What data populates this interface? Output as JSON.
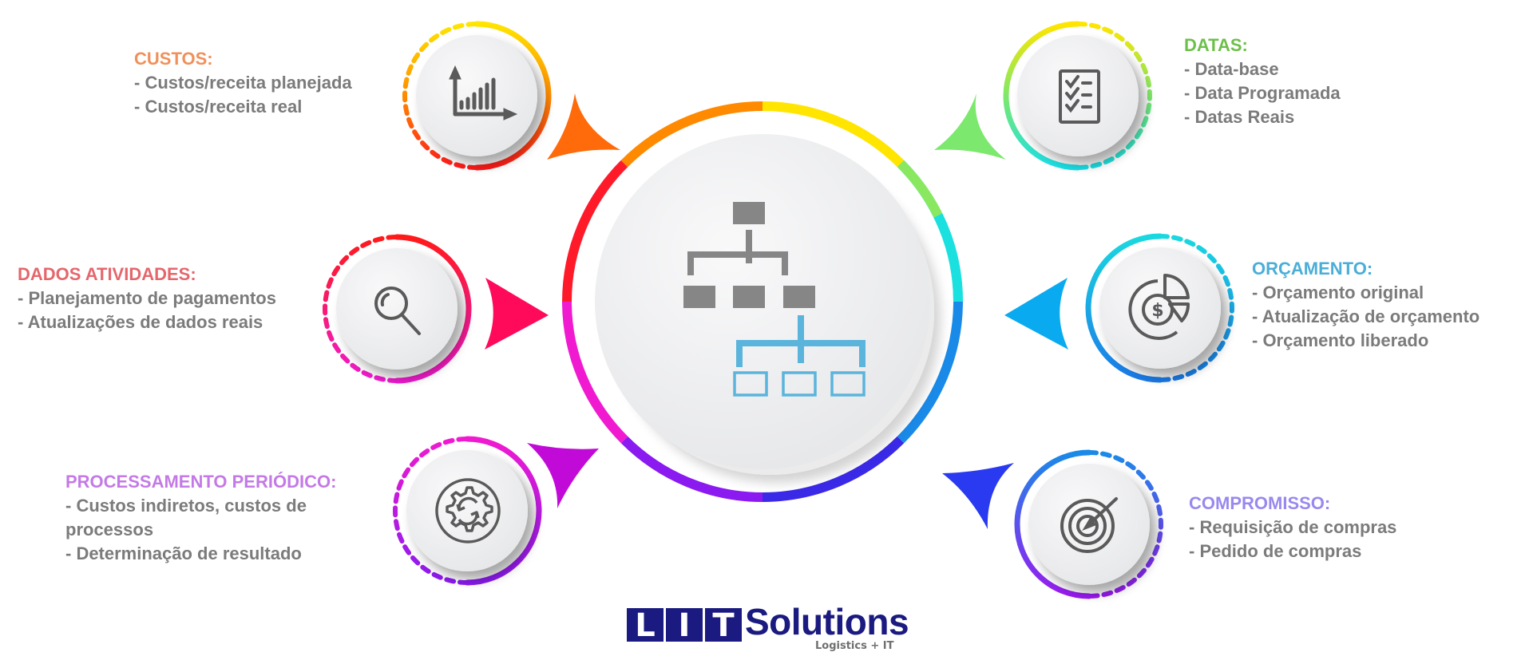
{
  "center": {
    "icon": "org-chart-hierarchy-icon",
    "colors": {
      "top_tree": "#868686",
      "bottom_tree": "#5ab4dc"
    }
  },
  "nodes": [
    {
      "id": "custos",
      "title": "CUSTOS:",
      "title_color": "#f0905a",
      "icon": "bar-chart-growth-icon",
      "items": [
        "- Custos/receita planejada",
        "- Custos/receita real"
      ],
      "arrow_color": "#ff6a0a"
    },
    {
      "id": "dados",
      "title": "DADOS ATIVIDADES:",
      "title_color": "#e5666c",
      "icon": "magnifier-search-icon",
      "items": [
        "- Planejamento de pagamentos",
        "- Atualizações de dados reais"
      ],
      "arrow_color": "#ff0a5a"
    },
    {
      "id": "processamento",
      "title": "PROCESSAMENTO PERIÓDICO:",
      "title_color": "#c47ae6",
      "icon": "gear-refresh-icon",
      "items": [
        "- Custos indiretos, custos de",
        "processos",
        "- Determinação de resultado"
      ],
      "arrow_color": "#c20ad8"
    },
    {
      "id": "datas",
      "title": "DATAS:",
      "title_color": "#6cc04a",
      "icon": "checklist-icon",
      "items": [
        "- Data-base",
        "- Data Programada",
        "- Datas Reais"
      ],
      "arrow_color": "#7de86e"
    },
    {
      "id": "orcamento",
      "title": "ORÇAMENTO:",
      "title_color": "#4aaed8",
      "icon": "dollar-pie-chart-icon",
      "items": [
        "- Orçamento original",
        "- Atualização de orçamento",
        "- Orçamento liberado"
      ],
      "arrow_color": "#0aaaf0"
    },
    {
      "id": "compromisso",
      "title": "COMPROMISSO:",
      "title_color": "#9a88ee",
      "icon": "target-dart-icon",
      "items": [
        "- Requisição de compras",
        "- Pedido de compras"
      ],
      "arrow_color": "#2a3af0"
    }
  ],
  "logo": {
    "letters": [
      "L",
      "I",
      "T"
    ],
    "word": "Solutions",
    "tagline": "Logistics + IT",
    "color": "#1a1a80"
  }
}
